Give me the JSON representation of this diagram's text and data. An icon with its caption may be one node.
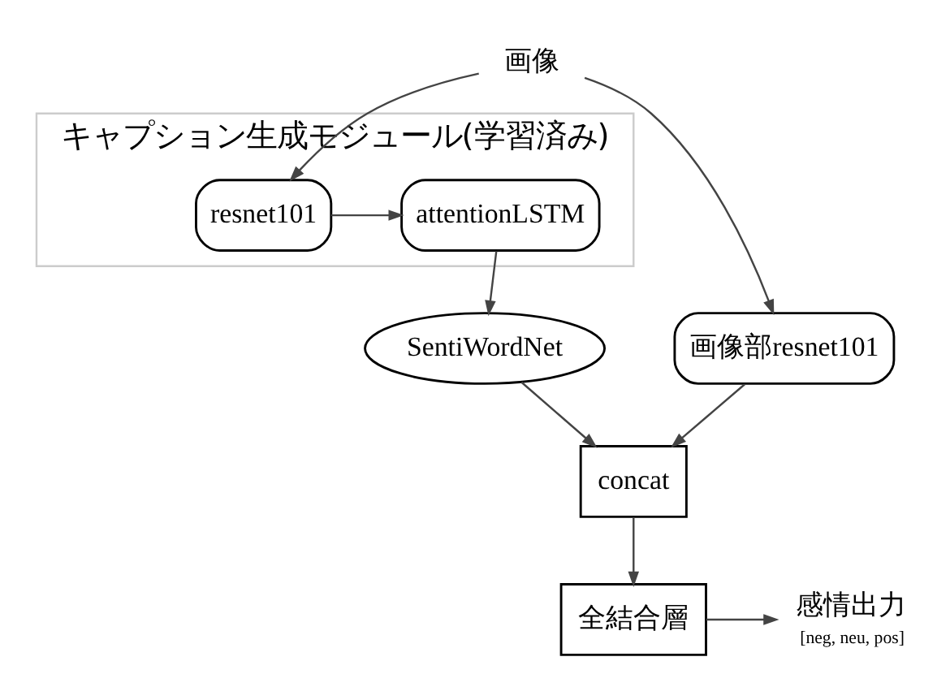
{
  "diagram": {
    "nodes": [
      {
        "text": [
          "キャプション生成モジュール(学習済み)"
        ]
      },
      {
        "text": [
          "resnet101"
        ],
        "in": 0
      },
      {
        "text": [
          "attentionLSTM"
        ],
        "in": 0
      },
      {
        "text": [
          "画像"
        ]
      },
      {
        "text": [
          "画像部resnet101"
        ]
      },
      {
        "text": [
          "SentiWordNet"
        ]
      },
      {
        "text": [
          "concat"
        ]
      },
      {
        "text": [
          "全結合層"
        ]
      },
      {
        "text": [
          "感情出力"
        ],
        "beside": [
          "[neg, neu, pos]"
        ]
      }
    ],
    "edges": [
      {
        "from": 3,
        "to": 1,
        "arrow": "to"
      },
      {
        "from": 3,
        "to": 4,
        "arrow": "to"
      },
      {
        "from": 1,
        "to": 2,
        "arrow": "to"
      },
      {
        "from": 2,
        "to": 5,
        "arrow": "to"
      },
      {
        "from": 4,
        "to": 6,
        "arrow": "to"
      },
      {
        "from": 5,
        "to": 6,
        "arrow": "to"
      },
      {
        "from": 6,
        "to": 7,
        "arrow": "to"
      },
      {
        "from": 7,
        "to": 8,
        "arrow": "to"
      }
    ]
  }
}
